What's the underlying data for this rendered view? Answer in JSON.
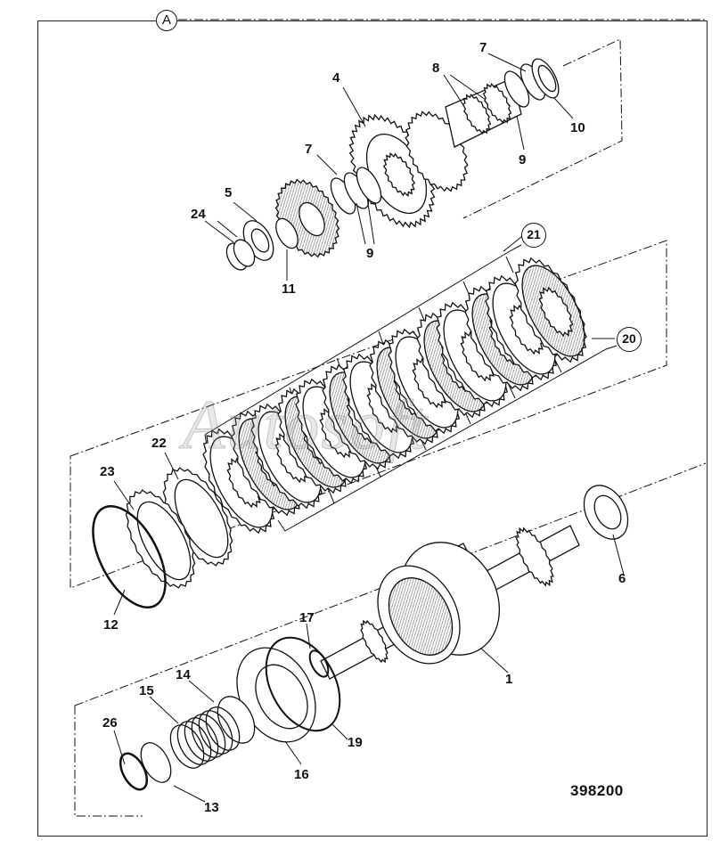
{
  "figure": {
    "view_mark": "A",
    "reference_number": "398200",
    "watermark": "Autosoft"
  },
  "callouts": {
    "c1": "1",
    "c4": "4",
    "c5": "5",
    "c6": "6",
    "c7a": "7",
    "c7b": "7",
    "c8": "8",
    "c9a": "9",
    "c9b": "9",
    "c10": "10",
    "c11": "11",
    "c12": "12",
    "c13": "13",
    "c14": "14",
    "c15": "15",
    "c16": "16",
    "c17": "17",
    "c19": "19",
    "c20": "20",
    "c21": "21",
    "c22": "22",
    "c23": "23",
    "c24": "24",
    "c26": "26"
  },
  "colors": {
    "line": "#111111",
    "background": "#ffffff",
    "hatch": "#8a8a8a"
  }
}
